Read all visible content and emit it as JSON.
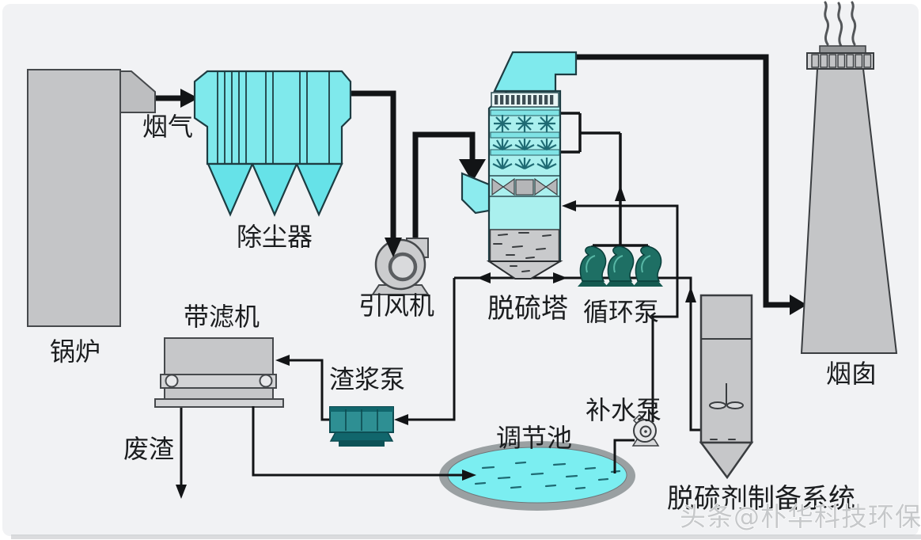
{
  "diagram": {
    "type": "process-flow",
    "subject": "flue gas desulfurization system"
  },
  "labels": {
    "boiler": "锅炉",
    "flue_gas": "烟气",
    "dust_collector": "除尘器",
    "induced_draft_fan": "引风机",
    "desulfurization_tower": "脱硫塔",
    "circulation_pump": "循环泵",
    "chimney": "烟囱",
    "belt_filter": "带滤机",
    "slag_slurry_pump": "渣浆泵",
    "waste_residue": "废渣",
    "regulating_pool": "调节池",
    "water_makeup_pump": "补水泵",
    "desulfurizer_prep_system": "脱硫剂制备系统",
    "watermark": "头条@朴华科技环保"
  },
  "colors": {
    "background": "#f1f2f4",
    "equipment_cyan": "#7fe9ec",
    "tower_cyan": "#aaf0ee",
    "duct_cyan": "#7feaed",
    "band_cyan": "#7fe3e5",
    "hopper_cyan": "#66e2e8",
    "inlet_duct_cyan": "#8cebee",
    "pool_cyan": "#7beef1",
    "pool_rim_gray": "#9aa0a2",
    "metal_gray": "#c4c5c7",
    "slurry_gray": "#c9cacc",
    "pump_teal": "#1e6f64",
    "slag_pump_teal": "#2e8f93",
    "line_black": "#121416",
    "text": "#1b1d1f",
    "watermark_gray": "#c6c8ca"
  }
}
